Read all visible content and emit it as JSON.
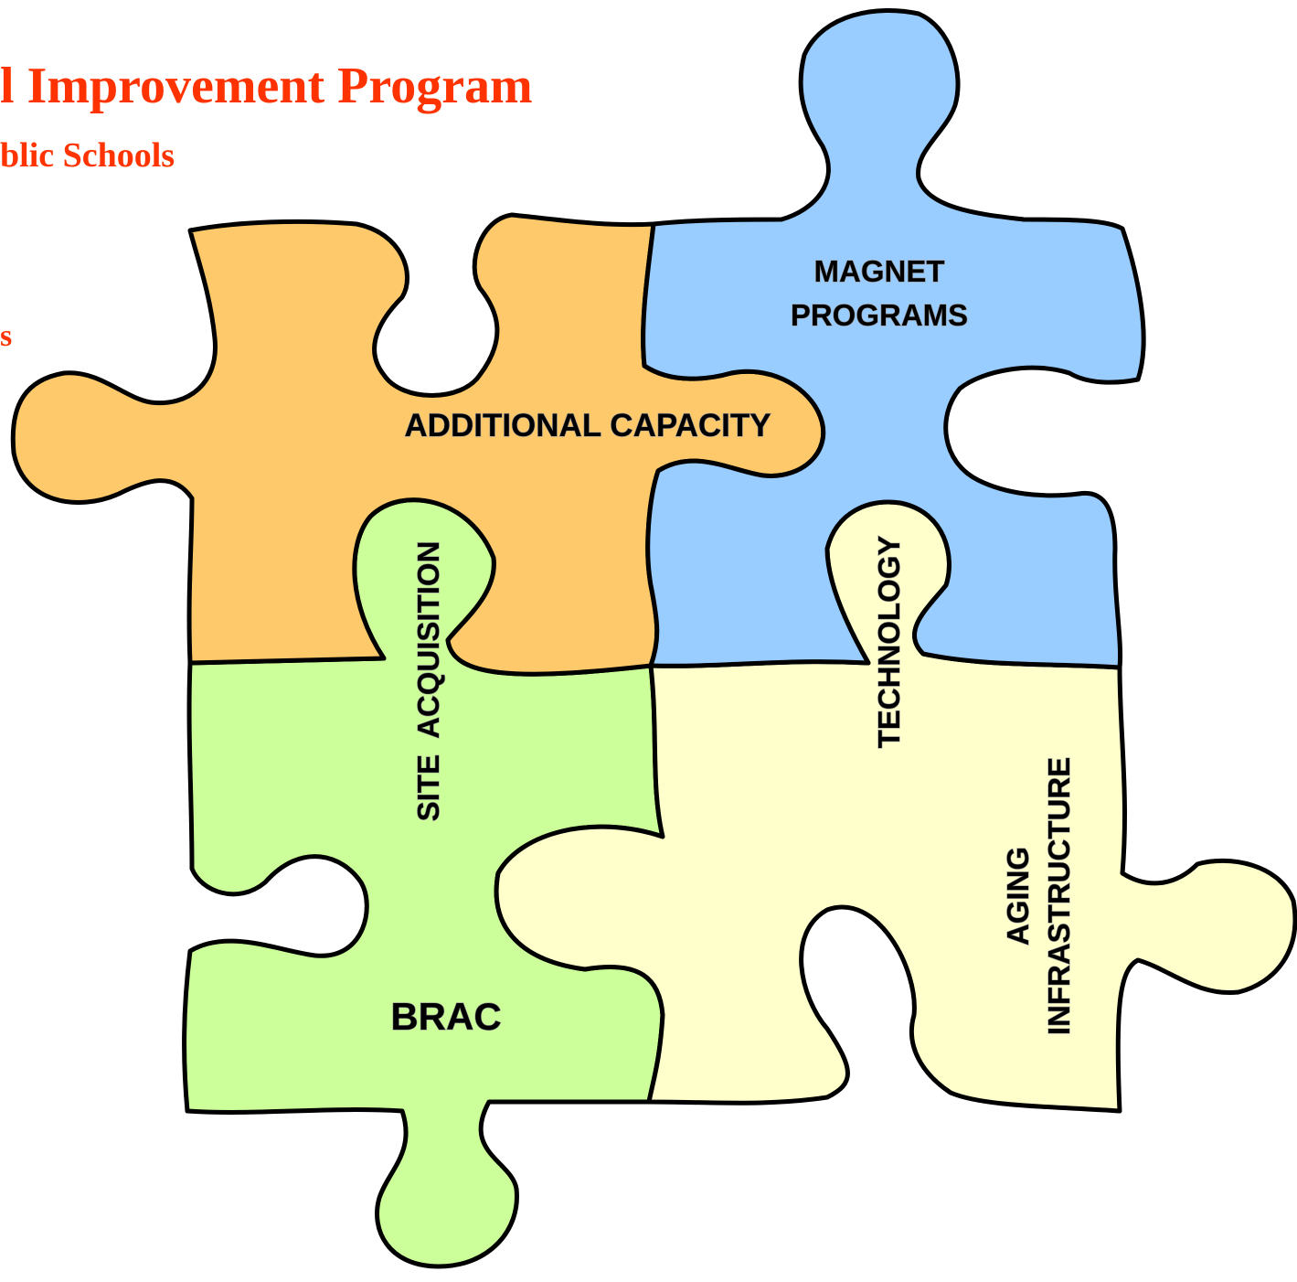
{
  "header": {
    "title": "l Improvement Program",
    "subtitle": "blic Schools",
    "fragment": "s"
  },
  "pieces": {
    "additional_capacity": {
      "label": "ADDITIONAL CAPACITY",
      "color": "#FDC96A"
    },
    "magnet_programs": {
      "line1": "MAGNET",
      "line2": "PROGRAMS",
      "color": "#99CCFF"
    },
    "site_acquisition": {
      "label": "SITE  ACQUISITION",
      "color": "#CCFF99"
    },
    "brac": {
      "label": "BRAC"
    },
    "technology": {
      "label": "TECHNOLOGY",
      "color": "#FFFFCC"
    },
    "aging_infrastructure": {
      "line1": "AGING",
      "line2": "INFRASTRUCTURE"
    }
  },
  "colors": {
    "title": "#FF3300",
    "outline": "#000000"
  }
}
